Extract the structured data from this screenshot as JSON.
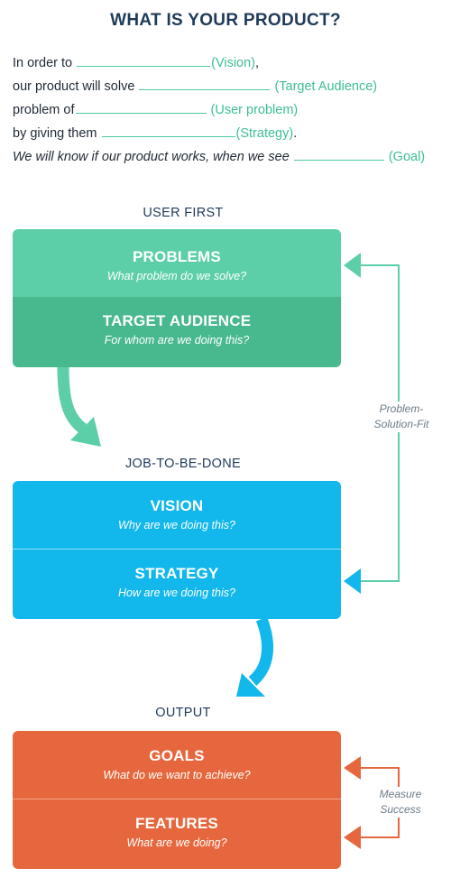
{
  "title": "WHAT IS YOUR PRODUCT?",
  "statement": [
    {
      "prefix": "In order to ",
      "hint": "(Vision)",
      "suffix": ","
    },
    {
      "prefix": "our product will solve ",
      "hint": "(Target Audience)",
      "suffix": ""
    },
    {
      "prefix": "problem of",
      "hint": "(User problem)",
      "suffix": ""
    },
    {
      "prefix": "by giving them ",
      "hint": "(Strategy)",
      "suffix": "."
    },
    {
      "prefix": "We will know if our product works, when we see ",
      "hint": "(Goal)",
      "suffix": ""
    }
  ],
  "sections": {
    "user_first": "USER FIRST",
    "job": "JOB-TO-BE-DONE",
    "output": "OUTPUT"
  },
  "cards": {
    "problems": {
      "title": "PROBLEMS",
      "subtitle": "What problem do we solve?"
    },
    "target": {
      "title": "TARGET AUDIENCE",
      "subtitle": "For whom are we doing this?"
    },
    "vision": {
      "title": "VISION",
      "subtitle": "Why are we doing this?"
    },
    "strategy": {
      "title": "STRATEGY",
      "subtitle": "How are we doing this?"
    },
    "goals": {
      "title": "GOALS",
      "subtitle": "What do we want to achieve?"
    },
    "features": {
      "title": "FEATURES",
      "subtitle": "What are we doing?"
    }
  },
  "side_labels": {
    "psf_line1": "Problem-",
    "psf_line2": "Solution-Fit",
    "ms_line1": "Measure",
    "ms_line2": "Success"
  },
  "colors": {
    "green_light": "#5ccfa9",
    "green_dark": "#48b98f",
    "blue": "#12b7ec",
    "orange": "#e6673d"
  }
}
